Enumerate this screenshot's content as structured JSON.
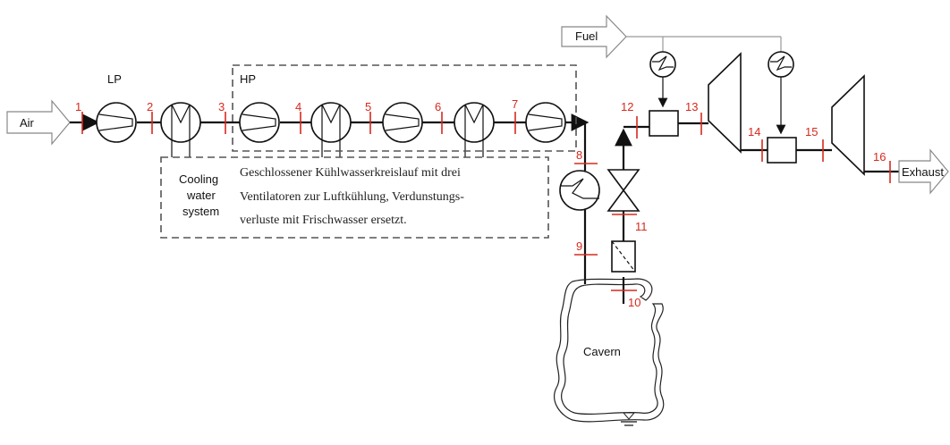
{
  "labels": {
    "air": "Air",
    "fuel": "Fuel",
    "exhaust": "Exhaust",
    "lp": "LP",
    "hp": "HP",
    "cooling_1": "Cooling",
    "cooling_2": "water",
    "cooling_3": "system",
    "cavern": "Cavern"
  },
  "note": {
    "line1": "Geschlossener Kühlwasserkreislauf mit drei",
    "line2": "Ventilatoren zur Luftkühlung, Verdunstungs-",
    "line3": "verluste mit Frischwasser ersetzt."
  },
  "state_points": [
    "1",
    "2",
    "3",
    "4",
    "5",
    "6",
    "7",
    "8",
    "9",
    "10",
    "11",
    "12",
    "13",
    "14",
    "15",
    "16"
  ],
  "colors": {
    "state_marker": "#d62a1e",
    "lines": "#111111",
    "arrow_outline": "#888888"
  }
}
